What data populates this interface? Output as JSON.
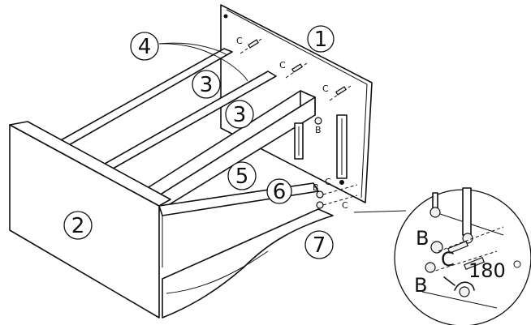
{
  "parts": {
    "p1": "1",
    "p2": "2",
    "p3a": "3",
    "p3b": "3",
    "p4": "4",
    "p5": "5",
    "p6": "6",
    "p7": "7"
  },
  "hardware": {
    "c": "C",
    "b": "B"
  },
  "detail": {
    "b_top": "B",
    "c": "C",
    "b_bottom": "B",
    "rotation": "180"
  },
  "colors": {
    "stroke": "#111111",
    "panel": "#ffffff"
  }
}
